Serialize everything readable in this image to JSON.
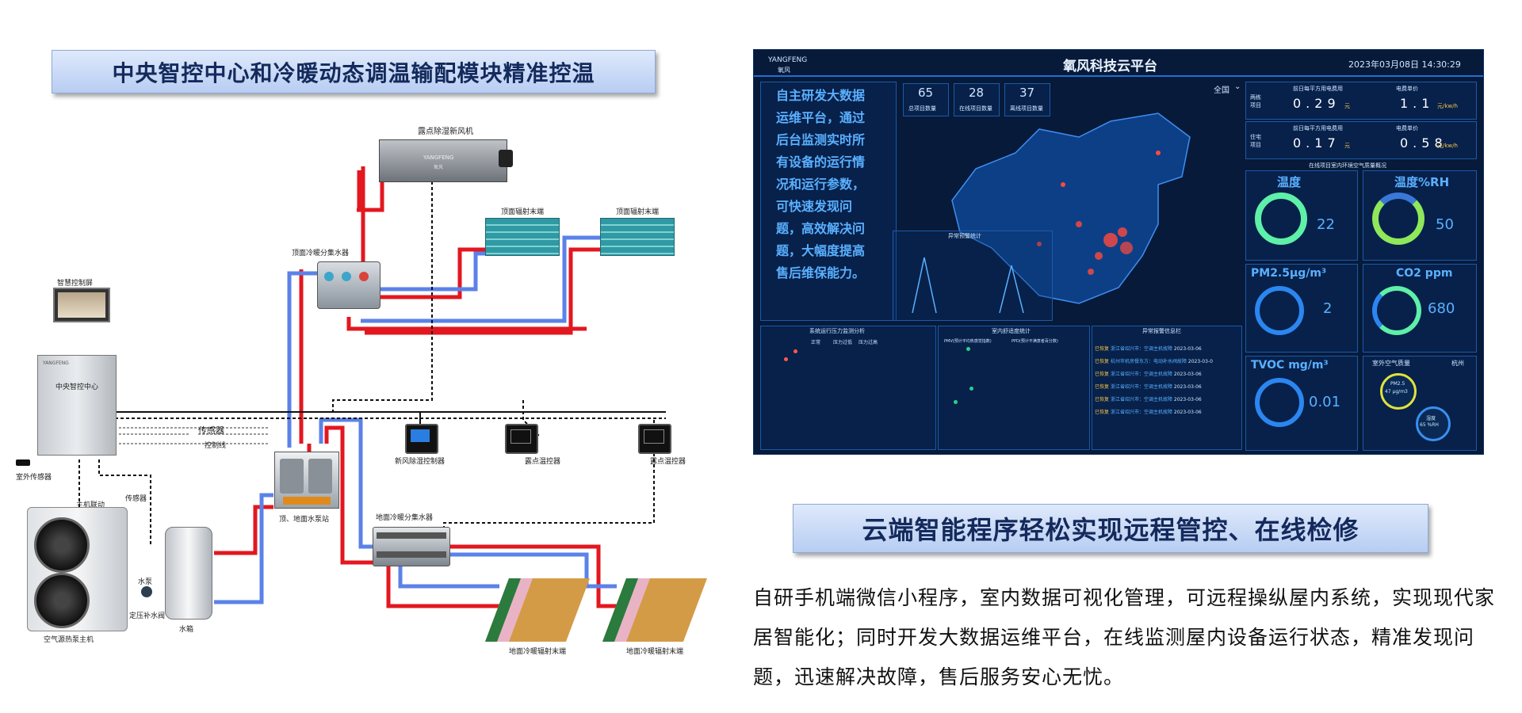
{
  "left_banner": "中央智控中心和冷暖动态调温输配模块精准控温",
  "right_banner": "云端智能程序轻松实现远程管控、在线检修",
  "diagram": {
    "dehumidifier": "露点除湿新风机",
    "brand": "YANGFENG",
    "brand_cn": "氧风",
    "ceiling_radiator_a": "顶面辐射末端",
    "ceiling_radiator_b": "顶面辐射末端",
    "ceiling_manifold": "顶面冷暖分集水器",
    "smart_panel": "智慧控制屏",
    "control_center": "中央智控中心",
    "sensor": "传感器",
    "control_line": "控制线",
    "outdoor_sensor": "室外传感器",
    "host_link": "主机联动",
    "sensor_b": "传感器",
    "pump_station": "顶、地面水泵站",
    "fresh_air_ctrl": "新风除湿控制器",
    "dew_ctrl_a": "露点温控器",
    "dew_ctrl_b": "露点温控器",
    "floor_manifold": "地面冷暖分集水器",
    "water_pump": "水泵",
    "pressure_valve": "定压补水阀",
    "water_tank": "水箱",
    "heat_pump": "空气源热泵主机",
    "floor_radiator_a": "地面冷暖辐射末端",
    "floor_radiator_b": "地面冷暖辐射末端"
  },
  "dashboard": {
    "brand": "YANGFENG",
    "brand_cn": "氧风",
    "title": "氧风科技云平台",
    "datetime": "2023年03月08日 14:30:29",
    "intro": "自主研发大数据运维平台，通过后台监测实时所有设备的运行情况和运行参数，可快速发现问题，高效解决问题，大幅度提高售后维保能力。",
    "stat1": "65",
    "stat1_label": "总项目数量",
    "stat2": "28",
    "stat2_label": "在线项目数量",
    "stat3": "37",
    "stat3_label": "离线项目数量",
    "region": "全国",
    "energy_label_a": "两栋项目",
    "energy_label_b": "住宅项目",
    "kpi1_label": "前日每平方用电费用",
    "kpi1_value": "0.29",
    "kpi1_unit": "元",
    "kpi2_label": "电费单价",
    "kpi2_value": "1.1",
    "kpi2_unit": "元/kw/h",
    "kpi3_label": "前日每平方用电费用",
    "kpi3_value": "0.17",
    "kpi3_unit": "元",
    "kpi4_label": "电费单价",
    "kpi4_value": "0.58",
    "kpi4_unit": "元/kw/h",
    "env_title": "在线项目室内环境空气质量概况",
    "temp_label": "温度",
    "temp_value": "22",
    "hum_label": "温度%RH",
    "hum_value": "50",
    "pm_label": "PM2.5μg/m³",
    "pm_value": "2",
    "co2_label": "CO2 ppm",
    "co2_value": "680",
    "tvoc_label": "TVOC mg/m³",
    "tvoc_value": "0.01",
    "outdoor_label": "室外空气质量",
    "outdoor_city": "杭州",
    "outdoor_pm_label": "PM2.5",
    "outdoor_pm_value": "47 μg/m3",
    "outdoor_hum_label": "湿度",
    "outdoor_hum_value": "65 %RH",
    "chart_mid_title": "异常预警统计",
    "pressure_title": "系统运行压力监测分析",
    "pressure_legend": [
      "正常",
      "压力过低",
      "压力过高"
    ],
    "comfort_title": "室内舒适度统计",
    "comfort_legend": [
      "PMV(预计平均热感觉指数)",
      "PPD(预计不满意者百分数)"
    ],
    "alert_title": "异常报警信息栏",
    "alerts": [
      {
        "status": "已恢复",
        "text": "浙江省绍兴市：空调主机故障",
        "date": "2023-03-06"
      },
      {
        "status": "已恢复",
        "text": "杭州市机房餐东方：电动补水阀故障",
        "date": "2023-03-0"
      },
      {
        "status": "已恢复",
        "text": "浙江省绍兴市：空调主机故障",
        "date": "2023-03-06"
      },
      {
        "status": "已恢复",
        "text": "浙江省绍兴市：空调主机故障",
        "date": "2023-03-06"
      },
      {
        "status": "已恢复",
        "text": "浙江省绍兴市：空调主机故障",
        "date": "2023-03-06"
      },
      {
        "status": "已恢复",
        "text": "浙江省绍兴市：空调主机故障",
        "date": "2023-03-06"
      }
    ]
  },
  "paragraph": "自研手机端微信小程序，室内数据可视化管理，可远程操纵屋内系统，实现现代家居智能化；同时开发大数据运维平台，在线监测屋内设备运行状态，精准发现问题，迅速解决故障，售后服务安心无忧。",
  "colors": {
    "hot_pipe": "#e3171f",
    "cold_pipe": "#5b82e8",
    "banner_text": "#142a5c",
    "dash_bg": "#071a3a"
  }
}
